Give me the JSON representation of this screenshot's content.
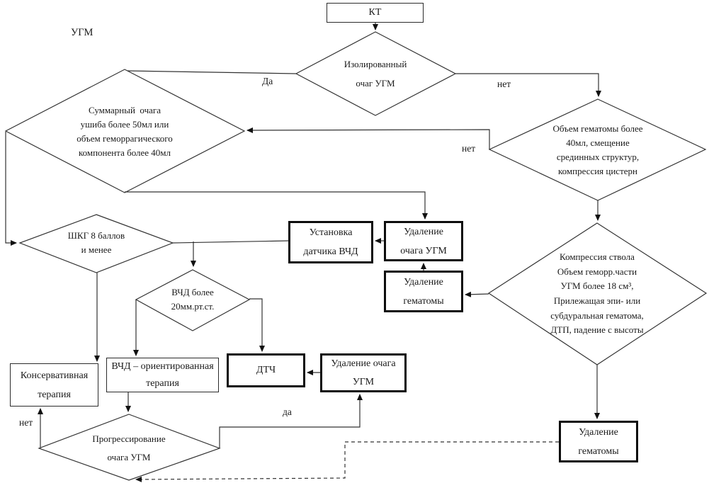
{
  "title": "УГМ",
  "colors": {
    "line": "#333333",
    "thin_border": "#2b2b2b",
    "thick_border": "#0d0d0d",
    "background": "#ffffff",
    "text": "#1a1a1a"
  },
  "nodes": {
    "kt": {
      "label": "КТ"
    },
    "isolated_focus": {
      "label": "Изолированный\nочаг УГМ"
    },
    "total_volume": {
      "label": "Суммарный  очага\nушиба более 50мл или\nобъем геморрагического\nкомпонента более 40мл"
    },
    "hematoma_volume": {
      "label": "Объем гематомы более\n40мл, смещение\nсрединных структур,\nкомпрессия цистерн"
    },
    "gcs": {
      "label": "ШКГ 8 баллов\nи менее"
    },
    "icp_sensor": {
      "label": "Установка\nдатчика ВЧД"
    },
    "remove_focus_mid": {
      "label": "Удаление\nочага УГМ"
    },
    "remove_hematoma_mid": {
      "label": "Удаление\nгематомы"
    },
    "compression": {
      "label": "Компрессия ствола\nОбъем геморр.части\nУГМ более 18 см³,\nПрилежащая эпи- или\nсубдуральная гематома,\nДТП, падение с высоты"
    },
    "icp_high": {
      "label": "ВЧД более\n20мм.рт.ст."
    },
    "conservative": {
      "label": "Консервативная\nтерапия"
    },
    "icp_therapy": {
      "label": "ВЧД – ориентированная\nтерапия"
    },
    "dtch": {
      "label": "ДТЧ"
    },
    "remove_focus_bottom": {
      "label": "Удаление очага\nУГМ"
    },
    "remove_hematoma_bottom": {
      "label": "Удаление\nгематомы"
    },
    "progression": {
      "label": "Прогрессирование\nочага УГМ"
    }
  },
  "edge_labels": {
    "yes_top": "Да",
    "no_top": "нет",
    "no_mid": "нет",
    "yes_bottom": "да",
    "no_bottom": "нет"
  }
}
